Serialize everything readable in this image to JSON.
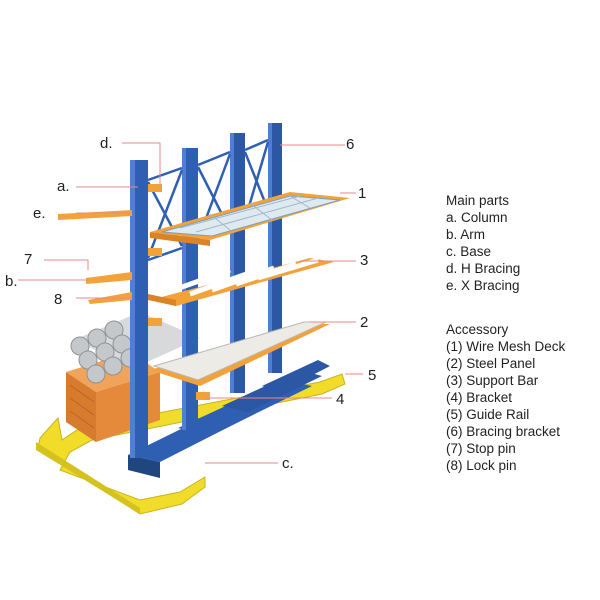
{
  "callouts": {
    "a": "a.",
    "b": "b.",
    "c": "c.",
    "d": "d.",
    "e": "e.",
    "n1": "1",
    "n2": "2",
    "n3": "3",
    "n4": "4",
    "n5": "5",
    "n6": "6",
    "n7": "7",
    "n8": "8"
  },
  "main_parts": {
    "heading": "Main parts",
    "items": [
      "a. Column",
      "b. Arm",
      "c. Base",
      "d. H Bracing",
      "e. X Bracing"
    ]
  },
  "accessory": {
    "heading": "Accessory",
    "items": [
      "(1) Wire Mesh Deck",
      "(2) Steel Panel",
      "(3) Support Bar",
      "(4) Bracket",
      "(5) Guide Rail",
      "(6) Bracing bracket",
      "(7) Stop pin",
      "(8) Lock pin"
    ]
  },
  "colors": {
    "column_blue": "#2f5fb3",
    "arm_orange": "#f3a23a",
    "guide_rail_yellow": "#f2dc2a",
    "steel_panel": "#ecebe6",
    "pipe_gray": "#d7d9db",
    "timber_orange": "#e58a3a",
    "leader_line_red": "#e88a8a"
  }
}
